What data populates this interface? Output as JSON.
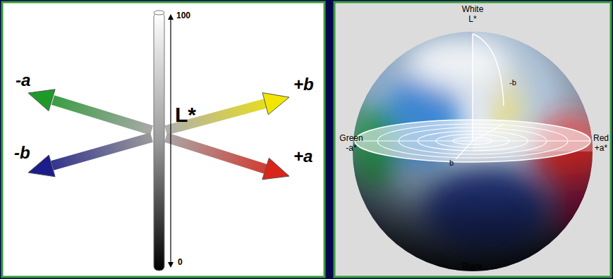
{
  "diagram": {
    "labels": [
      "100",
      "L*",
      "-a",
      "+b",
      "-b",
      "+a",
      "0",
      "White",
      "L*",
      "-b",
      "Green",
      "-a*",
      "Red",
      "+a*",
      "b",
      "Black"
    ]
  }
}
